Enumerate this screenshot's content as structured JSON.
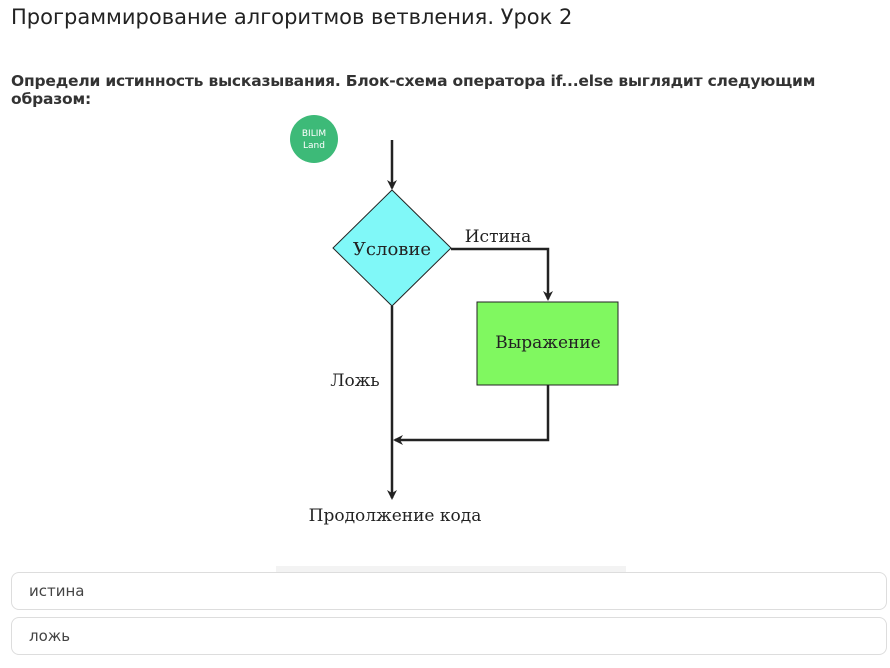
{
  "header": {
    "title": "Программирование алгоритмов ветвления. Урок 2"
  },
  "question": {
    "text": "Определи истинность высказывания. Блок-схема оператора if...else выглядит следующим образом:"
  },
  "diagram": {
    "logo": {
      "line1": "BILIM",
      "line2": "Land",
      "color": "#3dba78"
    },
    "condition": "Условие",
    "true_label": "Истина",
    "false_label": "Ложь",
    "expression": "Выражение",
    "continue": "Продолжение кода",
    "colors": {
      "condition": "#80f8f8",
      "expression": "#80f860"
    }
  },
  "options": [
    {
      "label": "истина"
    },
    {
      "label": "ложь"
    }
  ]
}
